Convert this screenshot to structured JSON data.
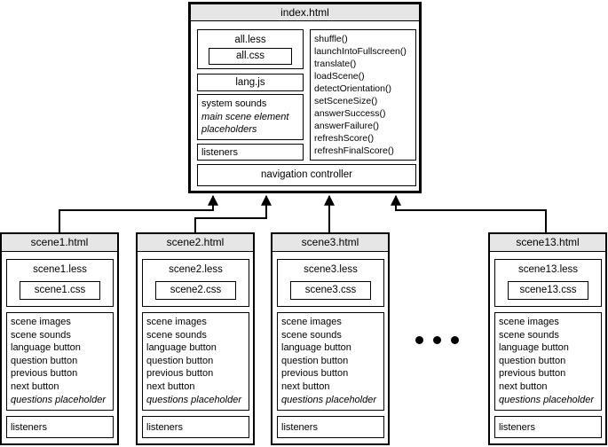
{
  "index": {
    "title": "index.html",
    "less": "all.less",
    "css": "all.css",
    "lang": "lang.js",
    "system": [
      {
        "text": "system sounds",
        "italic": false
      },
      {
        "text": "main scene element",
        "italic": true
      },
      {
        "text": " placeholders",
        "italic": true
      }
    ],
    "listeners": "listeners",
    "functions": [
      "shuffle()",
      "launchIntoFullscreen()",
      "translate()",
      "loadScene()",
      "detectOrientation()",
      "setSceneSize()",
      "answerSuccess()",
      "answerFailure()",
      "refreshScore()",
      "refreshFinalScore()"
    ],
    "nav": "navigation controller"
  },
  "scene_items": [
    "scene images",
    "scene sounds",
    "language button",
    "question button",
    "previous button",
    "next button",
    "questions placeholder"
  ],
  "scenes": [
    {
      "title": "scene1.html",
      "less": "scene1.less",
      "css": "scene1.css",
      "listeners": "listeners"
    },
    {
      "title": "scene2.html",
      "less": "scene2.less",
      "css": "scene2.css",
      "listeners": "listeners"
    },
    {
      "title": "scene3.html",
      "less": "scene3.less",
      "css": "scene3.css",
      "listeners": "listeners"
    },
    {
      "title": "scene13.html",
      "less": "scene13.less",
      "css": "scene13.css",
      "listeners": "listeners"
    }
  ]
}
